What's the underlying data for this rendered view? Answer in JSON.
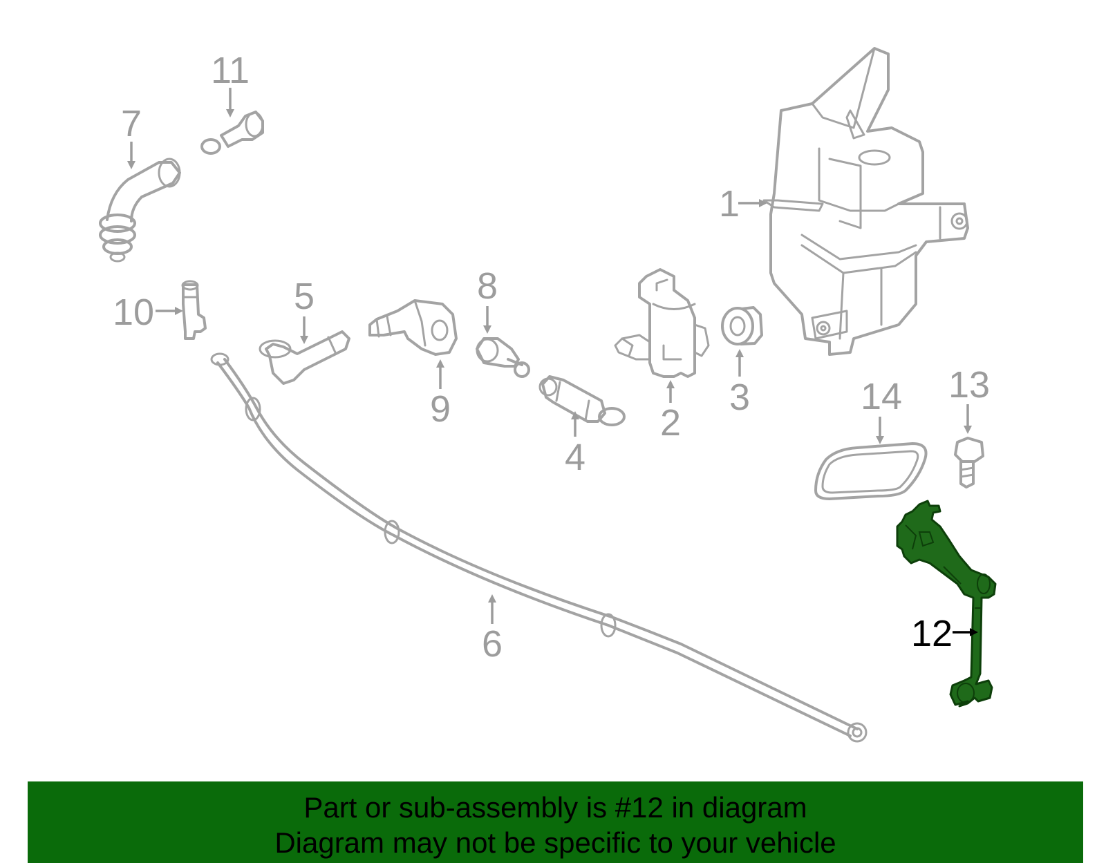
{
  "callouts": {
    "c1": "1",
    "c2": "2",
    "c3": "3",
    "c4": "4",
    "c5": "5",
    "c6": "6",
    "c7": "7",
    "c8": "8",
    "c9": "9",
    "c10": "10",
    "c11": "11",
    "c12": "12",
    "c13": "13",
    "c14": "14"
  },
  "highlighted_part": "12",
  "colors": {
    "highlight_fill": "#1f6a1a",
    "banner_bg": "#0a6b0a",
    "part_stroke": "#a3a3a3",
    "label_gray": "#9c9c9c"
  },
  "banner": {
    "line1": "Part or sub-assembly is #12 in diagram",
    "line2": "Diagram may not be specific to your vehicle"
  }
}
